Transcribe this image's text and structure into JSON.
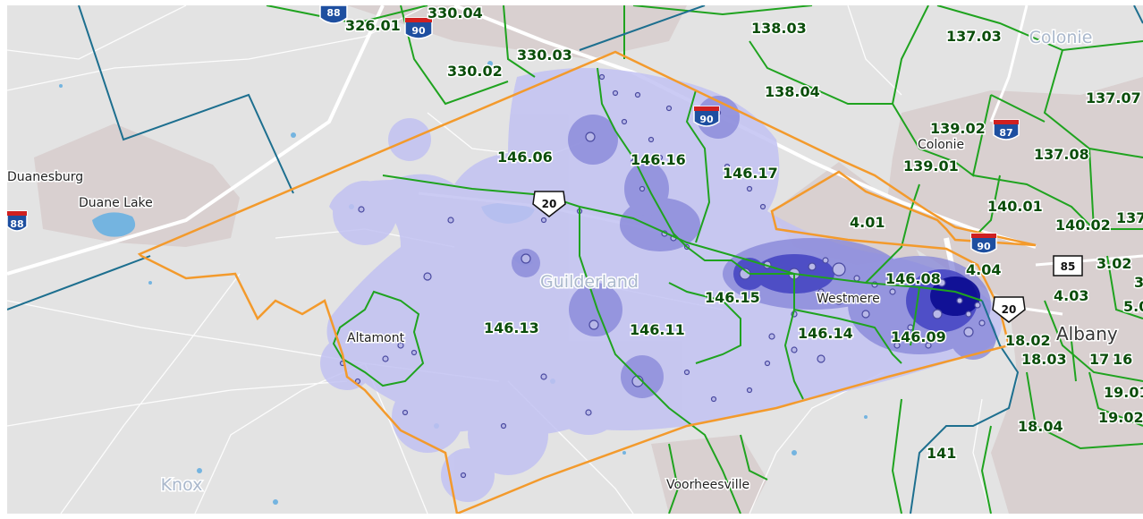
{
  "map": {
    "town_labels": {
      "colonie_town": "Colonie",
      "guilderland": "Guilderland",
      "knox": "Knox"
    },
    "place_labels": {
      "duanesburg": "Duanesburg",
      "duane_lake": "Duane Lake",
      "altamont": "Altamont",
      "westmere": "Westmere",
      "voorheesville": "Voorheesville",
      "colonie": "Colonie",
      "albany": "Albany"
    },
    "tract_labels": {
      "t326_01": "326.01",
      "t330_04": "330.04",
      "t330_03": "330.03",
      "t330_02": "330.02",
      "t138_03": "138.03",
      "t138_04": "138.04",
      "t137_03": "137.03",
      "t137_07": "137.07",
      "t139_02": "139.02",
      "t139_01": "139.01",
      "t137_08": "137.08",
      "t146_06": "146.06",
      "t146_16": "146.16",
      "t146_17": "146.17",
      "t4_01": "4.01",
      "t140_01": "140.01",
      "t140_02": "140.02",
      "t137_edge": "137",
      "t146_08": "146.08",
      "t4_04": "4.04",
      "t3_02": "3.02",
      "t3": "3",
      "t146_15": "146.15",
      "t4_03": "4.03",
      "t5_0": "5.0",
      "t146_13": "146.13",
      "t146_11": "146.11",
      "t146_14": "146.14",
      "t146_09": "146.09",
      "t18_02": "18.02",
      "t18_03": "18.03",
      "t17": "17",
      "t16": "16",
      "t19_01": "19.01",
      "t19_02": "19.02",
      "t18_04": "18.04",
      "t141": "141"
    },
    "shields": {
      "i88_top": "88",
      "i90_top": "90",
      "i90_mid": "90",
      "i87": "87",
      "i90_east": "90",
      "i88_left": "88",
      "us20_west": "20",
      "us20_east": "20",
      "rt85": "85"
    },
    "colors": {
      "background": "#e3e3e3",
      "tract_boundary": "#1fa31f",
      "town_boundary": "#f39a2c",
      "county_boundary": "#1d6f8f",
      "density_light": "#c2c2f2",
      "density_mid": "#8585d8",
      "density_high": "#3d3dc0",
      "density_peak": "#0a0a90",
      "urban_area": "#d8cfcf",
      "water": "#74b4e0"
    }
  }
}
